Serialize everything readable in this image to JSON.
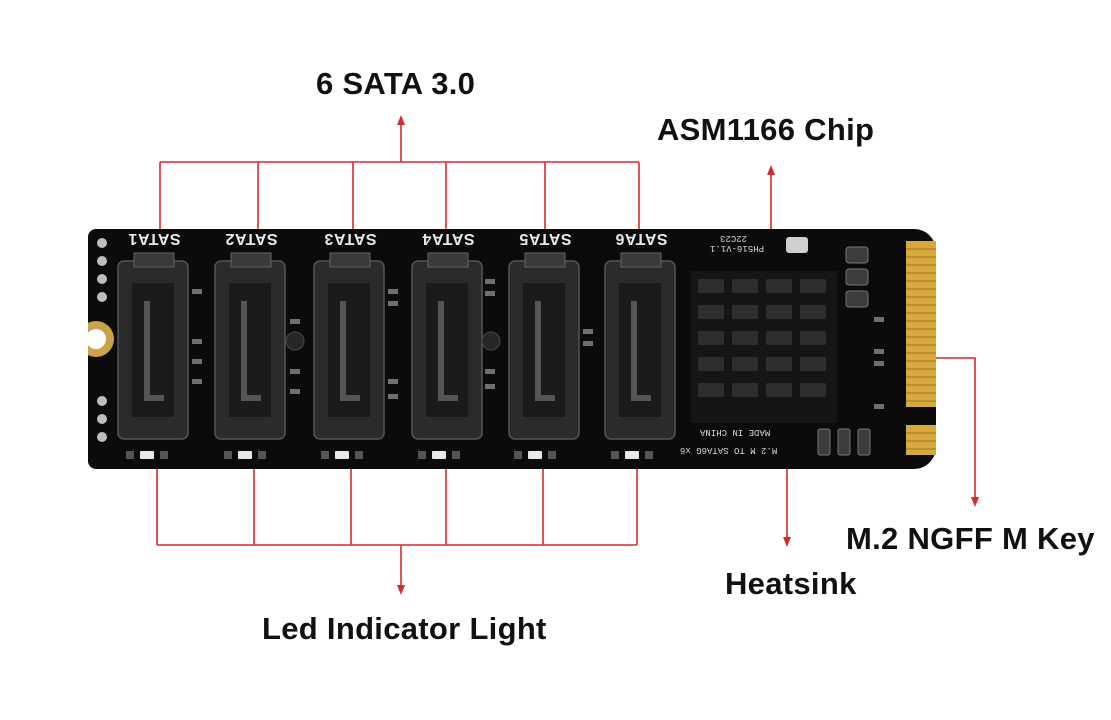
{
  "callouts": {
    "sata": "6 SATA 3.0",
    "chip": "ASM1166 Chip",
    "mkey": "M.2 NGFF M Key",
    "heatsink": "Heatsink",
    "led": "Led Indicator Light"
  },
  "board": {
    "connectors": [
      "SATA1",
      "SATA2",
      "SATA3",
      "SATA4",
      "SATA5",
      "SATA6"
    ],
    "silkscreen": {
      "model": "PH516-V1.1",
      "date": "22C23",
      "origin": "MADE IN CHINA",
      "product": "M.2 M TO SATA6G x6"
    }
  },
  "colors": {
    "callout_line": "#d62b2b",
    "pcb": "#0b0b0b",
    "gold": "#d7a83e",
    "text": "#111111"
  }
}
